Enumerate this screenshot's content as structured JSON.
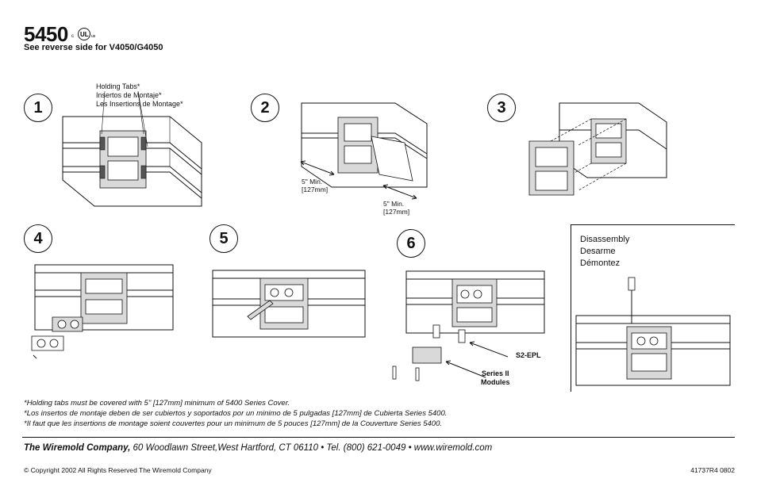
{
  "header": {
    "title": "5450",
    "ul_mark": "UL",
    "subtitle": "See reverse side for V4050/G4050"
  },
  "steps": [
    "1",
    "2",
    "3",
    "4",
    "5",
    "6"
  ],
  "callouts": {
    "holding_tabs": [
      "Holding Tabs*",
      "Insertos de Montaje*",
      "Les Insertions de Montage*"
    ],
    "min_left": [
      "5\" Min.",
      "[127mm]"
    ],
    "min_right": [
      "5\" Min.",
      "[127mm]"
    ],
    "s2_epl": "S2-EPL",
    "series_ii": [
      "Series II",
      "Modules"
    ]
  },
  "disassembly": [
    "Disassembly",
    "Desarme",
    "Démontez"
  ],
  "notes": [
    "*Holding tabs must be covered with 5\" [127mm] minimum of 5400 Series Cover.",
    "*Los insertos de montaje deben de ser cubiertos y soportados por un minimo de 5 pulgadas [127mm] de Cubierta Series 5400.",
    "*Il faut que les insertions de montage soient couvertes pour un minimum de 5 pouces [127mm] de la Couverture Series 5400."
  ],
  "footer": {
    "company": "The Wiremold Company,",
    "address": " 60 Woodlawn Street,West Hartford, CT 06110  •  Tel. (800) 621-0049   •  www.wiremold.com",
    "copyright": "© Copyright 2002   All Rights Reserved   The Wiremold Company",
    "doc_number": "41737R4 0802"
  }
}
